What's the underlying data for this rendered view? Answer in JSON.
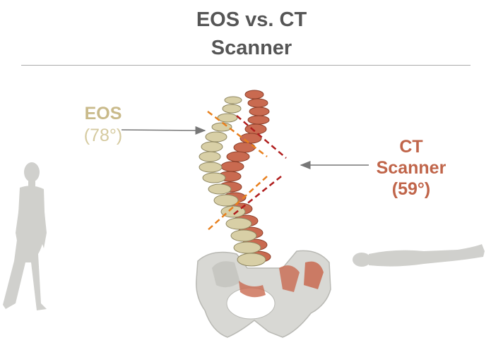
{
  "title": {
    "line1": "EOS vs. CT",
    "line2": "Scanner"
  },
  "eos": {
    "label": "EOS",
    "angle": "(78°)",
    "color": "#c9ba8a"
  },
  "ct": {
    "line1": "CT",
    "line2": "Scanner",
    "angle": "(59°)",
    "color": "#c0654a"
  },
  "colors": {
    "title": "#555555",
    "rule": "#a9a9a9",
    "eos_measure_line": "#e8801e",
    "ct_measure_line": "#b01e1e",
    "arrow": "#777777",
    "pelvis": "#d8d8d4",
    "silhouette": "#c8c8c4"
  }
}
